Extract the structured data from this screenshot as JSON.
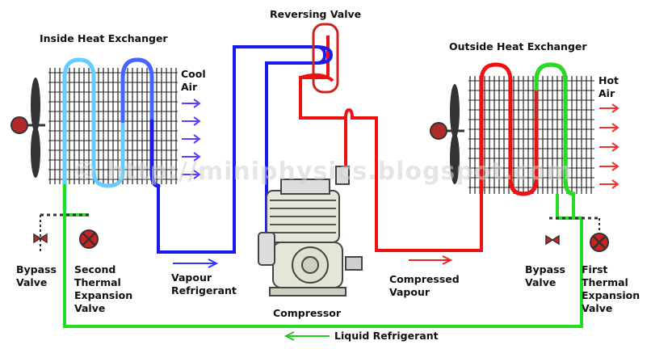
{
  "labels": {
    "reversing_valve": "Reversing Valve",
    "inside_hx": "Inside Heat Exchanger",
    "outside_hx": "Outside Heat Exchanger",
    "cool_air": [
      "Cool",
      "Air"
    ],
    "hot_air": [
      "Hot",
      "Air"
    ],
    "bypass_left": [
      "Bypass",
      "Valve"
    ],
    "second_tev": [
      "Second",
      "Thermal",
      "Expansion",
      "Valve"
    ],
    "bypass_right": [
      "Bypass",
      "Valve"
    ],
    "first_tev": [
      "First",
      "Thermal",
      "Expansion",
      "Valve"
    ],
    "vapour_refrigerant": [
      "Vapour",
      "Refrigerant"
    ],
    "compressor": "Compressor",
    "compressed_vapour": [
      "Compressed",
      "Vapour"
    ],
    "liquid_refrigerant": "Liquid Refrigerant",
    "watermark": "© http://miniphysics.blogspot.com"
  },
  "colors": {
    "liquid": "#22dd22",
    "vapour": "#1a1aee",
    "compressed": "#ee1111",
    "cold_coil": "#66ccff",
    "valve": "#cc2222",
    "fin": "#222222"
  }
}
